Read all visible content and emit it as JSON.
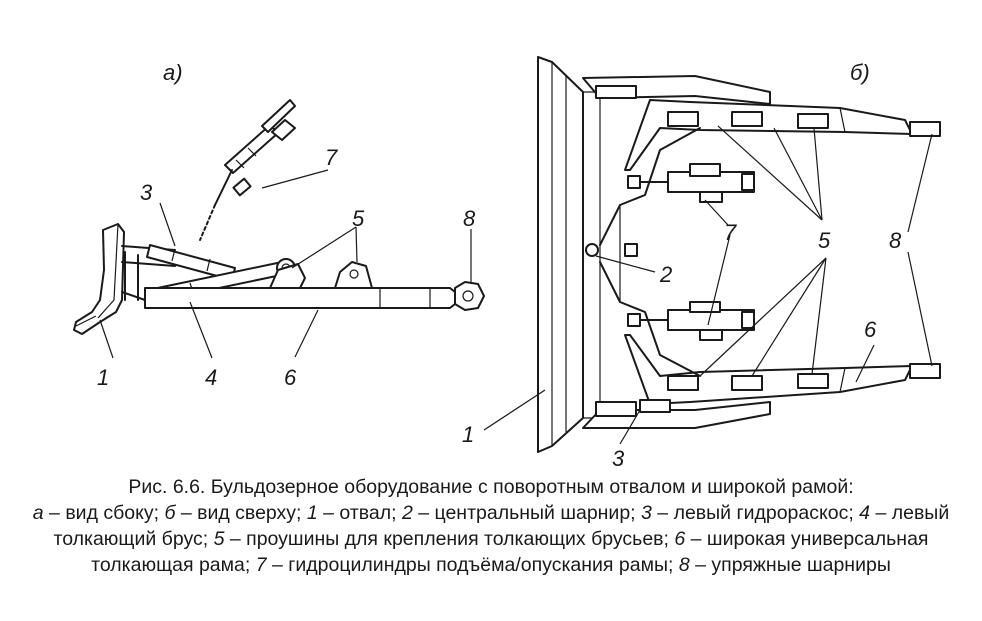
{
  "views": {
    "side": "а)",
    "top": "б)"
  },
  "labels": {
    "l1": "1",
    "l2": "2",
    "l3": "3",
    "l4": "4",
    "l5": "5",
    "l6": "6",
    "l7": "7",
    "l8": "8"
  },
  "caption": {
    "title": "Рис. 6.6. Бульдозерное оборудование с поворотным отвалом и широкой рамой:",
    "items": [
      {
        "key": "а",
        "sep": " – ",
        "text": "вид сбоку; "
      },
      {
        "key": "б",
        "sep": " – ",
        "text": "вид сверху; "
      },
      {
        "key": "1",
        "sep": " – ",
        "text": "отвал; "
      },
      {
        "key": "2",
        "sep": " – ",
        "text": "центральный шарнир; "
      },
      {
        "key": "3",
        "sep": " – ",
        "text": "левый гидрораскос; "
      },
      {
        "key": "4",
        "sep": " – ",
        "text": "левый толкающий брус; "
      },
      {
        "key": "5",
        "sep": " – ",
        "text": "проушины для крепления толкающих брусьев; "
      },
      {
        "key": "6",
        "sep": " – ",
        "text": "широкая универсальная толкающая рама; "
      },
      {
        "key": "7",
        "sep": " – ",
        "text": "гидроцилиндры подъёма/опускания рамы; "
      },
      {
        "key": "8",
        "sep": " – ",
        "text": "упряжные шарниры"
      }
    ]
  }
}
